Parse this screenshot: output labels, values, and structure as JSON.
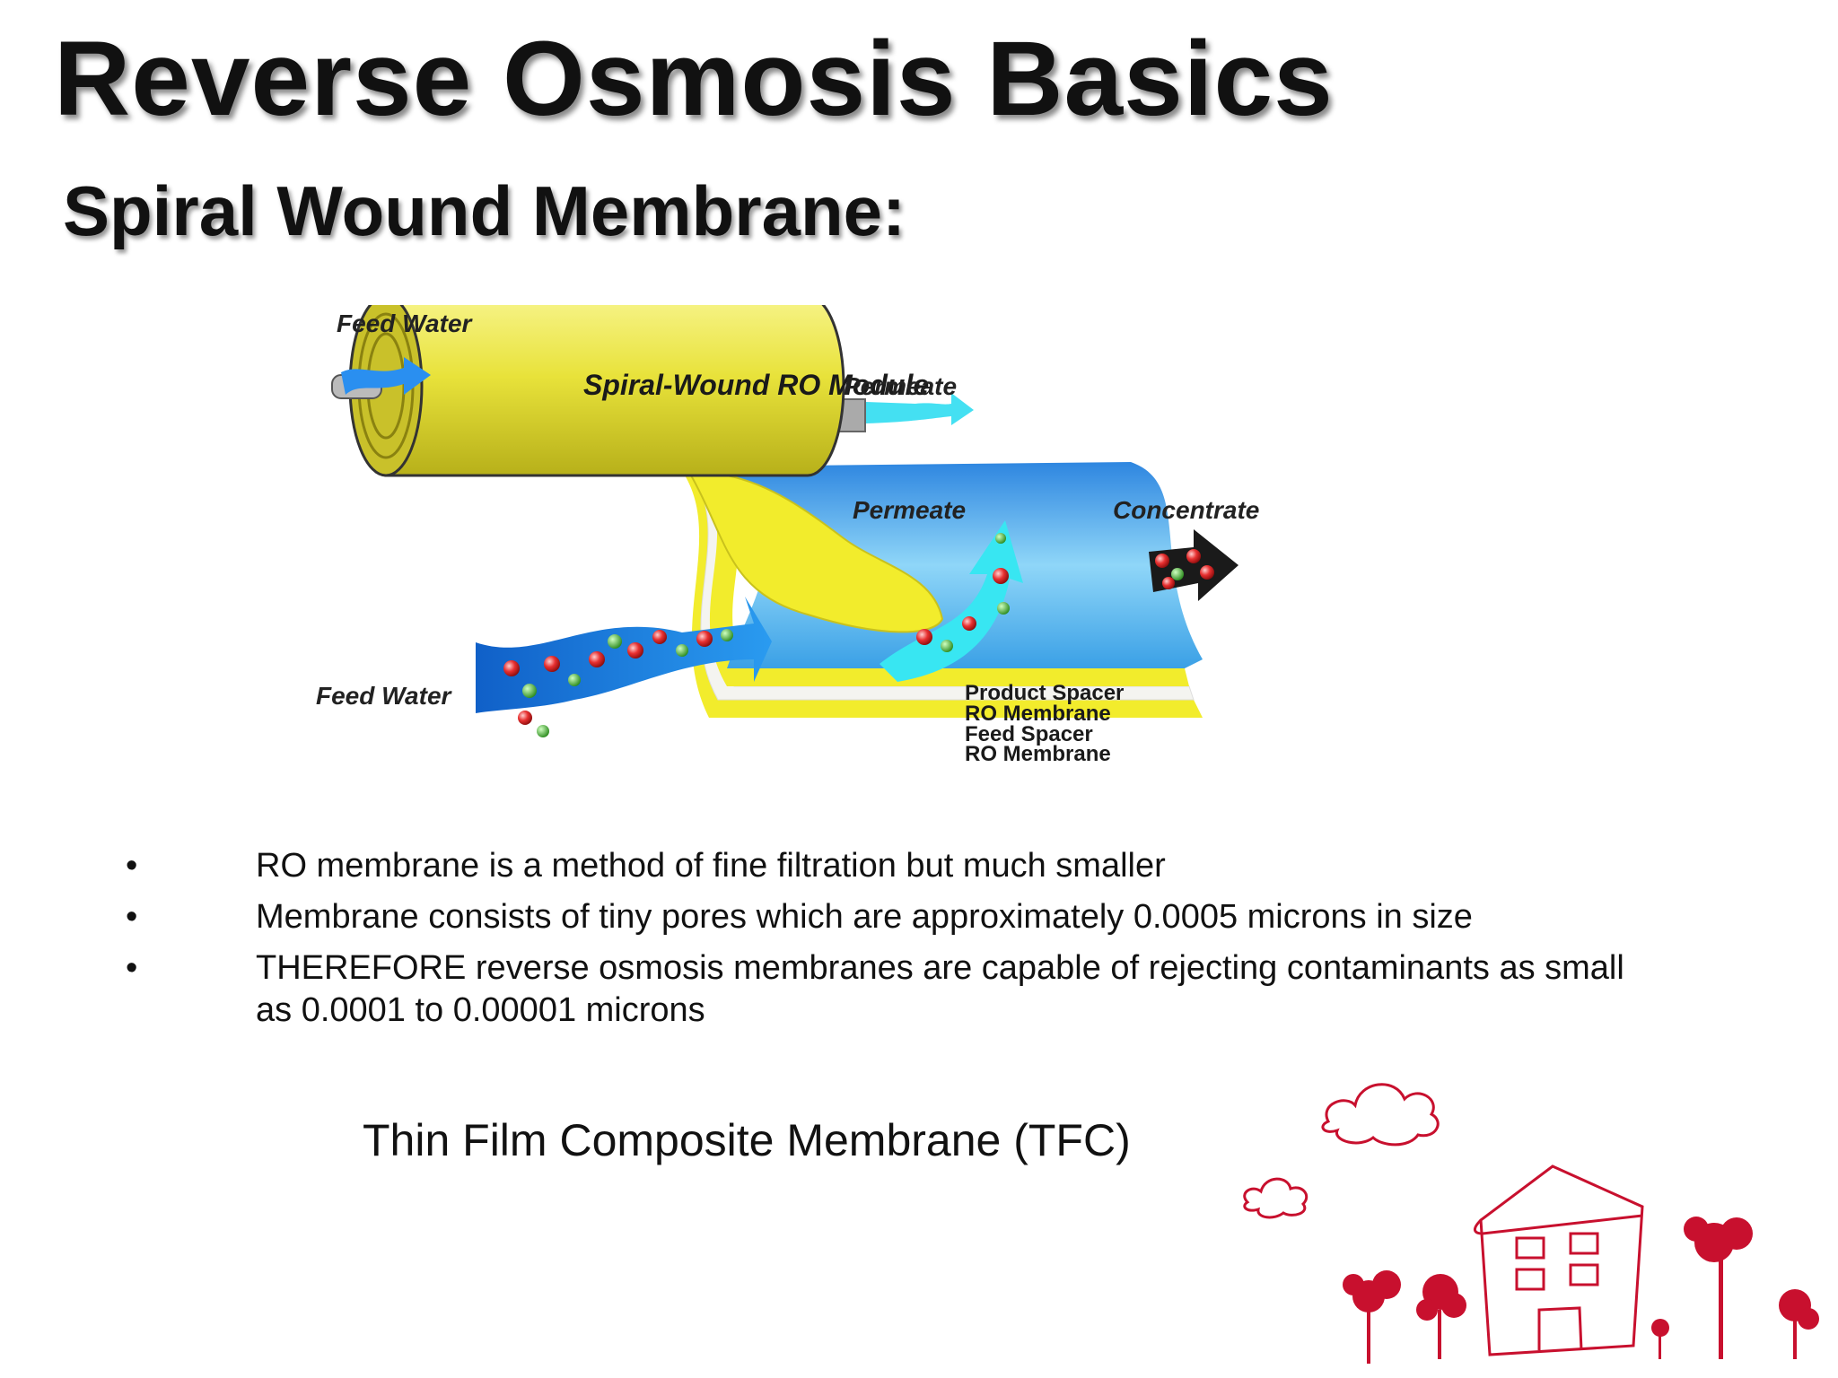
{
  "slide": {
    "title": "Reverse Osmosis Basics",
    "subtitle": "Spiral Wound Membrane:"
  },
  "diagram": {
    "feed_water_top": "Feed Water",
    "module_label": "Spiral-Wound RO Module",
    "permeate_top": "Permeate",
    "permeate_mid": "Permeate",
    "concentrate": "Concentrate",
    "feed_water_bottom": "Feed Water",
    "layers": [
      "Product Spacer",
      "RO Membrane",
      "Feed Spacer",
      "RO Membrane"
    ],
    "colors": {
      "module_yellow": "#e8e23a",
      "sheet_blue": "#3aa8e8",
      "feed_blue": "#1e78e0",
      "permeate_cyan": "#38e6f2",
      "decor_red": "#c8102e"
    }
  },
  "bullets": [
    "RO membrane is a method of fine filtration but much smaller",
    "Membrane consists of tiny pores which are approximately 0.0005 microns in size",
    "THEREFORE reverse osmosis membranes are capable of rejecting contaminants as small as 0.0001 to 0.00001 microns"
  ],
  "bullet_symbol": "•",
  "caption": "Thin Film Composite Membrane (TFC)"
}
